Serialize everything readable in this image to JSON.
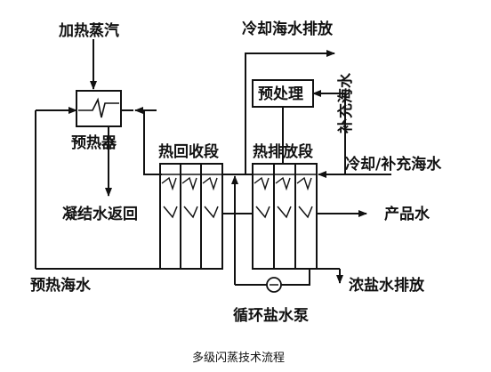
{
  "labels": {
    "heating_steam": "加热蒸汽",
    "preheater": "预热器",
    "condensate_return": "凝结水返回",
    "heat_recovery_section": "热回收段",
    "heat_rejection_section": "热排放段",
    "cooling_seawater_discharge": "冷却海水排放",
    "pretreatment": "预处理",
    "makeup_seawater": "补充海水",
    "cooling_makeup_seawater": "冷却/补充海水",
    "product_water": "产品水",
    "preheated_seawater": "预热海水",
    "brine_discharge": "浓盐水排放",
    "brine_recirculation_pump": "循环盐水泵"
  },
  "caption": "多级闪蒸技术流程"
}
